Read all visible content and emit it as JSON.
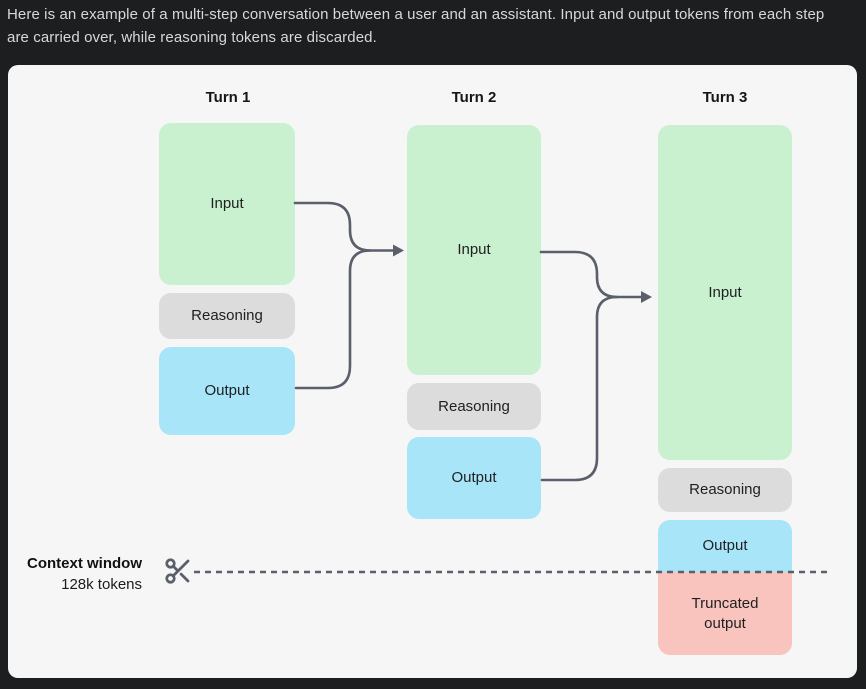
{
  "intro": {
    "text": "Here is an example of a multi-step conversation between a user and an assistant. Input and output tokens from each step are carried over, while reasoning tokens are discarded."
  },
  "diagram": {
    "turns": [
      {
        "title": "Turn 1",
        "input": "Input",
        "reasoning": "Reasoning",
        "output": "Output"
      },
      {
        "title": "Turn 2",
        "input": "Input",
        "reasoning": "Reasoning",
        "output": "Output"
      },
      {
        "title": "Turn 3",
        "input": "Input",
        "reasoning": "Reasoning",
        "output": "Output",
        "truncated": "Truncated output"
      }
    ],
    "context_window": {
      "title": "Context window",
      "subtitle": "128k tokens"
    },
    "icons": {
      "scissors": "✂"
    },
    "colors": {
      "page_bg": "#1d1e20",
      "panel_bg": "#f6f6f7",
      "input": "#c9f1cf",
      "reasoning": "#dcdcdc",
      "output": "#a8e5f9",
      "truncated": "#fac4be",
      "arrow": "#5a5f6b",
      "intro_text": "#d8d8da",
      "label_text": "#1f1f1f"
    }
  }
}
